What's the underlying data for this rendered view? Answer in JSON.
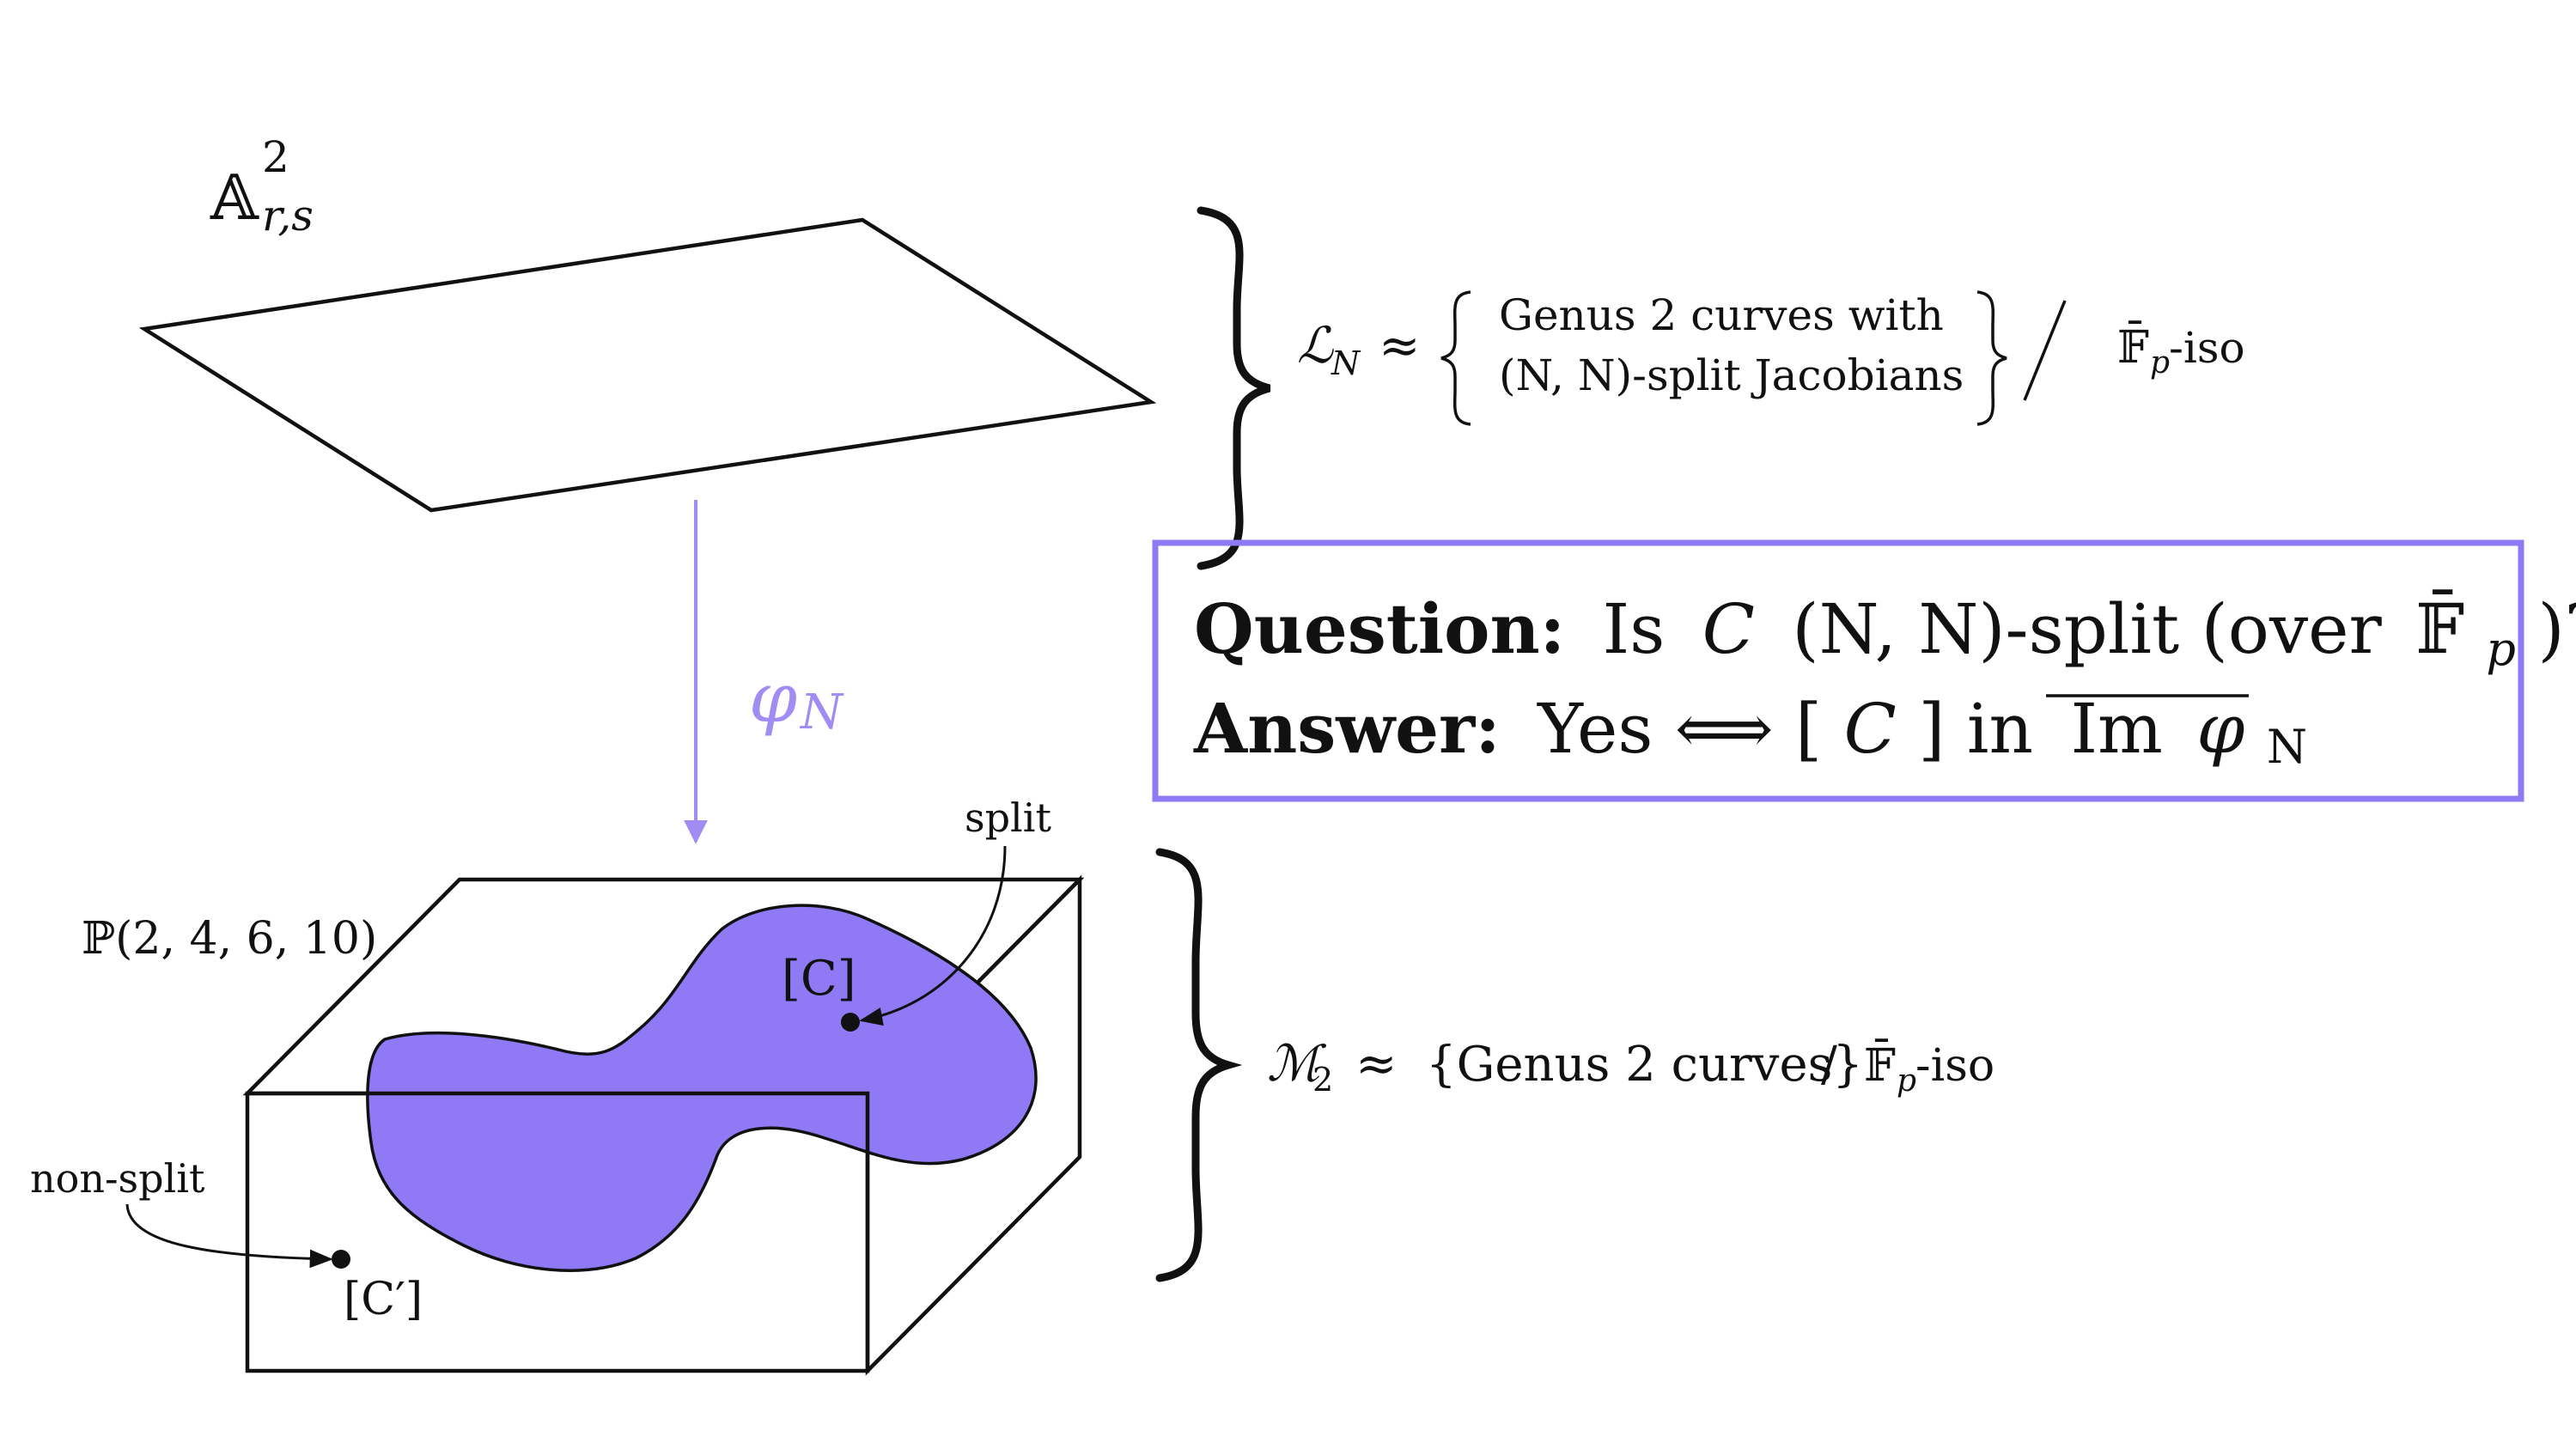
{
  "colors": {
    "accent": "#9079f5",
    "accent_stroke": "#a08cf2",
    "ink": "#111111"
  },
  "affine_plane": {
    "symbol": "𝔸",
    "superscript": "2",
    "subscript": "r,s"
  },
  "map": {
    "phi": "φ",
    "phi_sub": "N"
  },
  "weighted_projective": {
    "label": "ℙ(2, 4, 6, 10)"
  },
  "locus_L": {
    "symbol": "ℒ",
    "sub": "N",
    "approx": "≈",
    "set_line1": "Genus 2 curves with",
    "set_line2": "(N, N)-split Jacobians",
    "quotient": "/",
    "field": "𝔽̄",
    "field_sub": "p",
    "iso": "-iso"
  },
  "moduli_M": {
    "symbol": "ℳ",
    "sub": "2",
    "approx": "≈",
    "set_text": "{Genus 2 curves}",
    "quotient": "/",
    "field": "𝔽̄",
    "field_sub": "p",
    "iso": "-iso"
  },
  "box": {
    "question_label": "Question:",
    "question_pre": "Is",
    "question_var": "C",
    "question_split": "(N, N)-split (over",
    "question_field": "𝔽̄",
    "question_field_sub": "p",
    "question_end": ")?",
    "answer_label": "Answer:",
    "answer_pre": "Yes ⟺ [",
    "answer_var": "C",
    "answer_mid": "] in",
    "answer_im": "Im",
    "answer_phi": "φ",
    "answer_phi_sub": "N"
  },
  "points": {
    "split_label": "split",
    "split_point": "[C]",
    "nonsplit_label": "non-split",
    "nonsplit_point": "[C′]"
  }
}
